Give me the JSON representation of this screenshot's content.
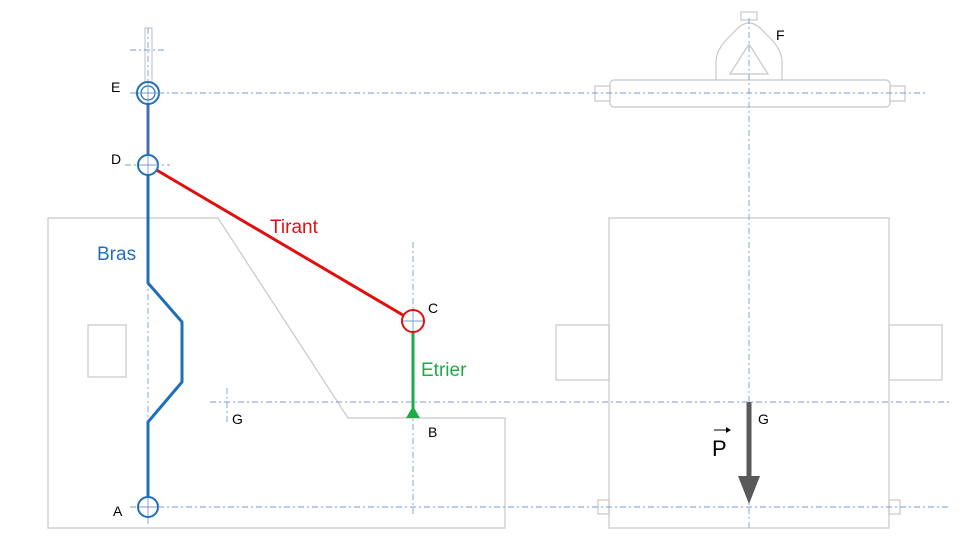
{
  "points": {
    "A": "A",
    "B": "B",
    "C": "C",
    "D": "D",
    "E": "E",
    "F": "F",
    "G_left": "G",
    "G_right": "G"
  },
  "members": {
    "bras": "Bras",
    "tirant": "Tirant",
    "etrier": "Etrier"
  },
  "force": {
    "symbol": "P"
  },
  "colors": {
    "bras": "#1f6fb8",
    "bras_top": "#4a6cb0",
    "tirant": "#e01010",
    "etrier": "#1faa4a",
    "force": "#595959",
    "outline": "#c8c8c8",
    "axis": "#7a9bd6"
  }
}
